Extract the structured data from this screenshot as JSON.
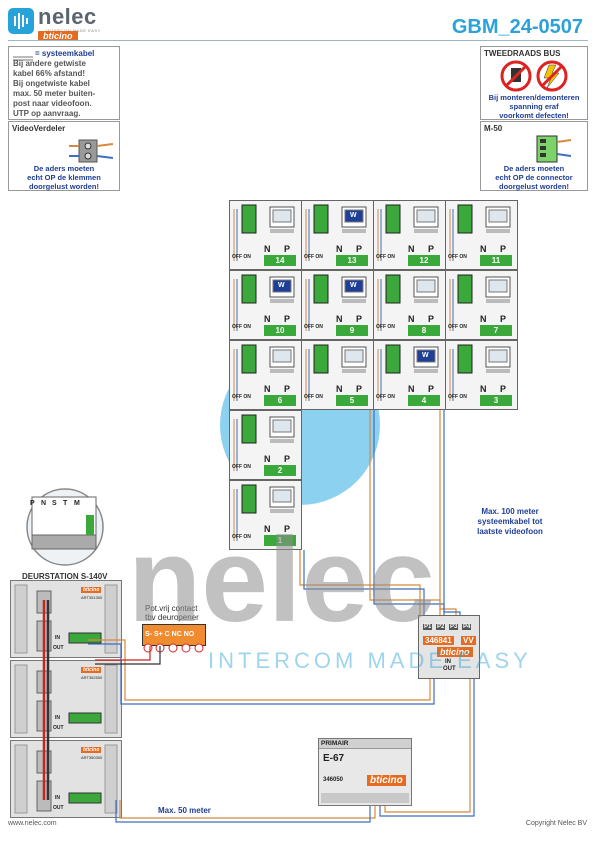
{
  "header": {
    "brand": "nelec",
    "tagline": "INTERCOM MADE EASY",
    "partner": "bticino",
    "doc_id": "GBM_24-0507"
  },
  "notes": {
    "cable": {
      "legend_label": "= systeemkabel",
      "lines": [
        "Bij andere getwiste",
        "kabel 66% afstand!",
        "Bij ongetwiste kabel",
        "max. 50 meter buiten-",
        "post naar videofoon.",
        "UTP op aanvraag."
      ]
    },
    "video_distributor": {
      "title": "VideoVerdeler",
      "caption": [
        "De aders moeten",
        "echt OP de klemmen",
        "doorgelust worden!"
      ]
    },
    "two_wire": {
      "title": "TWEEDRAADS BUS",
      "caption": [
        "Bij monteren/demonteren",
        "spanning eraf",
        "voorkomt defecten!"
      ]
    },
    "m50": {
      "title": "M-50",
      "caption": [
        "De aders moeten",
        "echt OP de connector",
        "doorgelust worden!"
      ]
    }
  },
  "monitors": {
    "switch_label": "OFF ON",
    "n_label": "N",
    "p_label": "P",
    "screen_mark": "W",
    "grid": [
      [
        {
          "id": "14",
          "w": false
        },
        {
          "id": "13",
          "w": true
        },
        {
          "id": "12",
          "w": false
        },
        {
          "id": "11",
          "w": false
        }
      ],
      [
        {
          "id": "10",
          "w": true
        },
        {
          "id": "9",
          "w": true
        },
        {
          "id": "8",
          "w": false
        },
        {
          "id": "7",
          "w": false
        }
      ],
      [
        {
          "id": "6",
          "w": false
        },
        {
          "id": "5",
          "w": false
        },
        {
          "id": "4",
          "w": true
        },
        {
          "id": "3",
          "w": false
        }
      ],
      [
        {
          "id": "2",
          "w": false
        }
      ],
      [
        {
          "id": "1",
          "w": false
        }
      ]
    ]
  },
  "door_station": {
    "title": "DEURSTATION S-140V",
    "terminal_labels": [
      "P",
      "N",
      "S",
      "T",
      "M"
    ],
    "port_in": "IN",
    "port_out": "OUT",
    "module_codes": [
      "ART351300",
      "ART352500",
      "ART350300"
    ]
  },
  "relay": {
    "note": [
      "Pot.vrij contact",
      "tbv deuropener"
    ],
    "terminals": "S-  S+ C  NC NO"
  },
  "distributor": {
    "model": "346841",
    "vv": "VV",
    "ports": [
      "P1",
      "P2",
      "P3",
      "P4"
    ],
    "in": "IN",
    "out": "OUT",
    "brand": "bticino"
  },
  "psu": {
    "header": "PRIMAIR",
    "model": "E-67",
    "code": "346050",
    "brand": "bticino"
  },
  "labels": {
    "max100": [
      "Max. 100 meter",
      "systeemkabel tot",
      "laatste videofoon"
    ],
    "max50": "Max. 50 meter"
  },
  "watermark": {
    "word": "nelec",
    "sub": "INTERCOM MADE EASY"
  },
  "footer": {
    "left": "www.nelec.com",
    "right": "Copyright Nelec BV"
  },
  "colors": {
    "accent": "#2ba2d8",
    "note_blue": "#1f3e95",
    "bticino": "#e36c22",
    "terminal_green": "#3aa83a",
    "wire_orange": "#d8893a",
    "wire_red": "#cc2222"
  }
}
